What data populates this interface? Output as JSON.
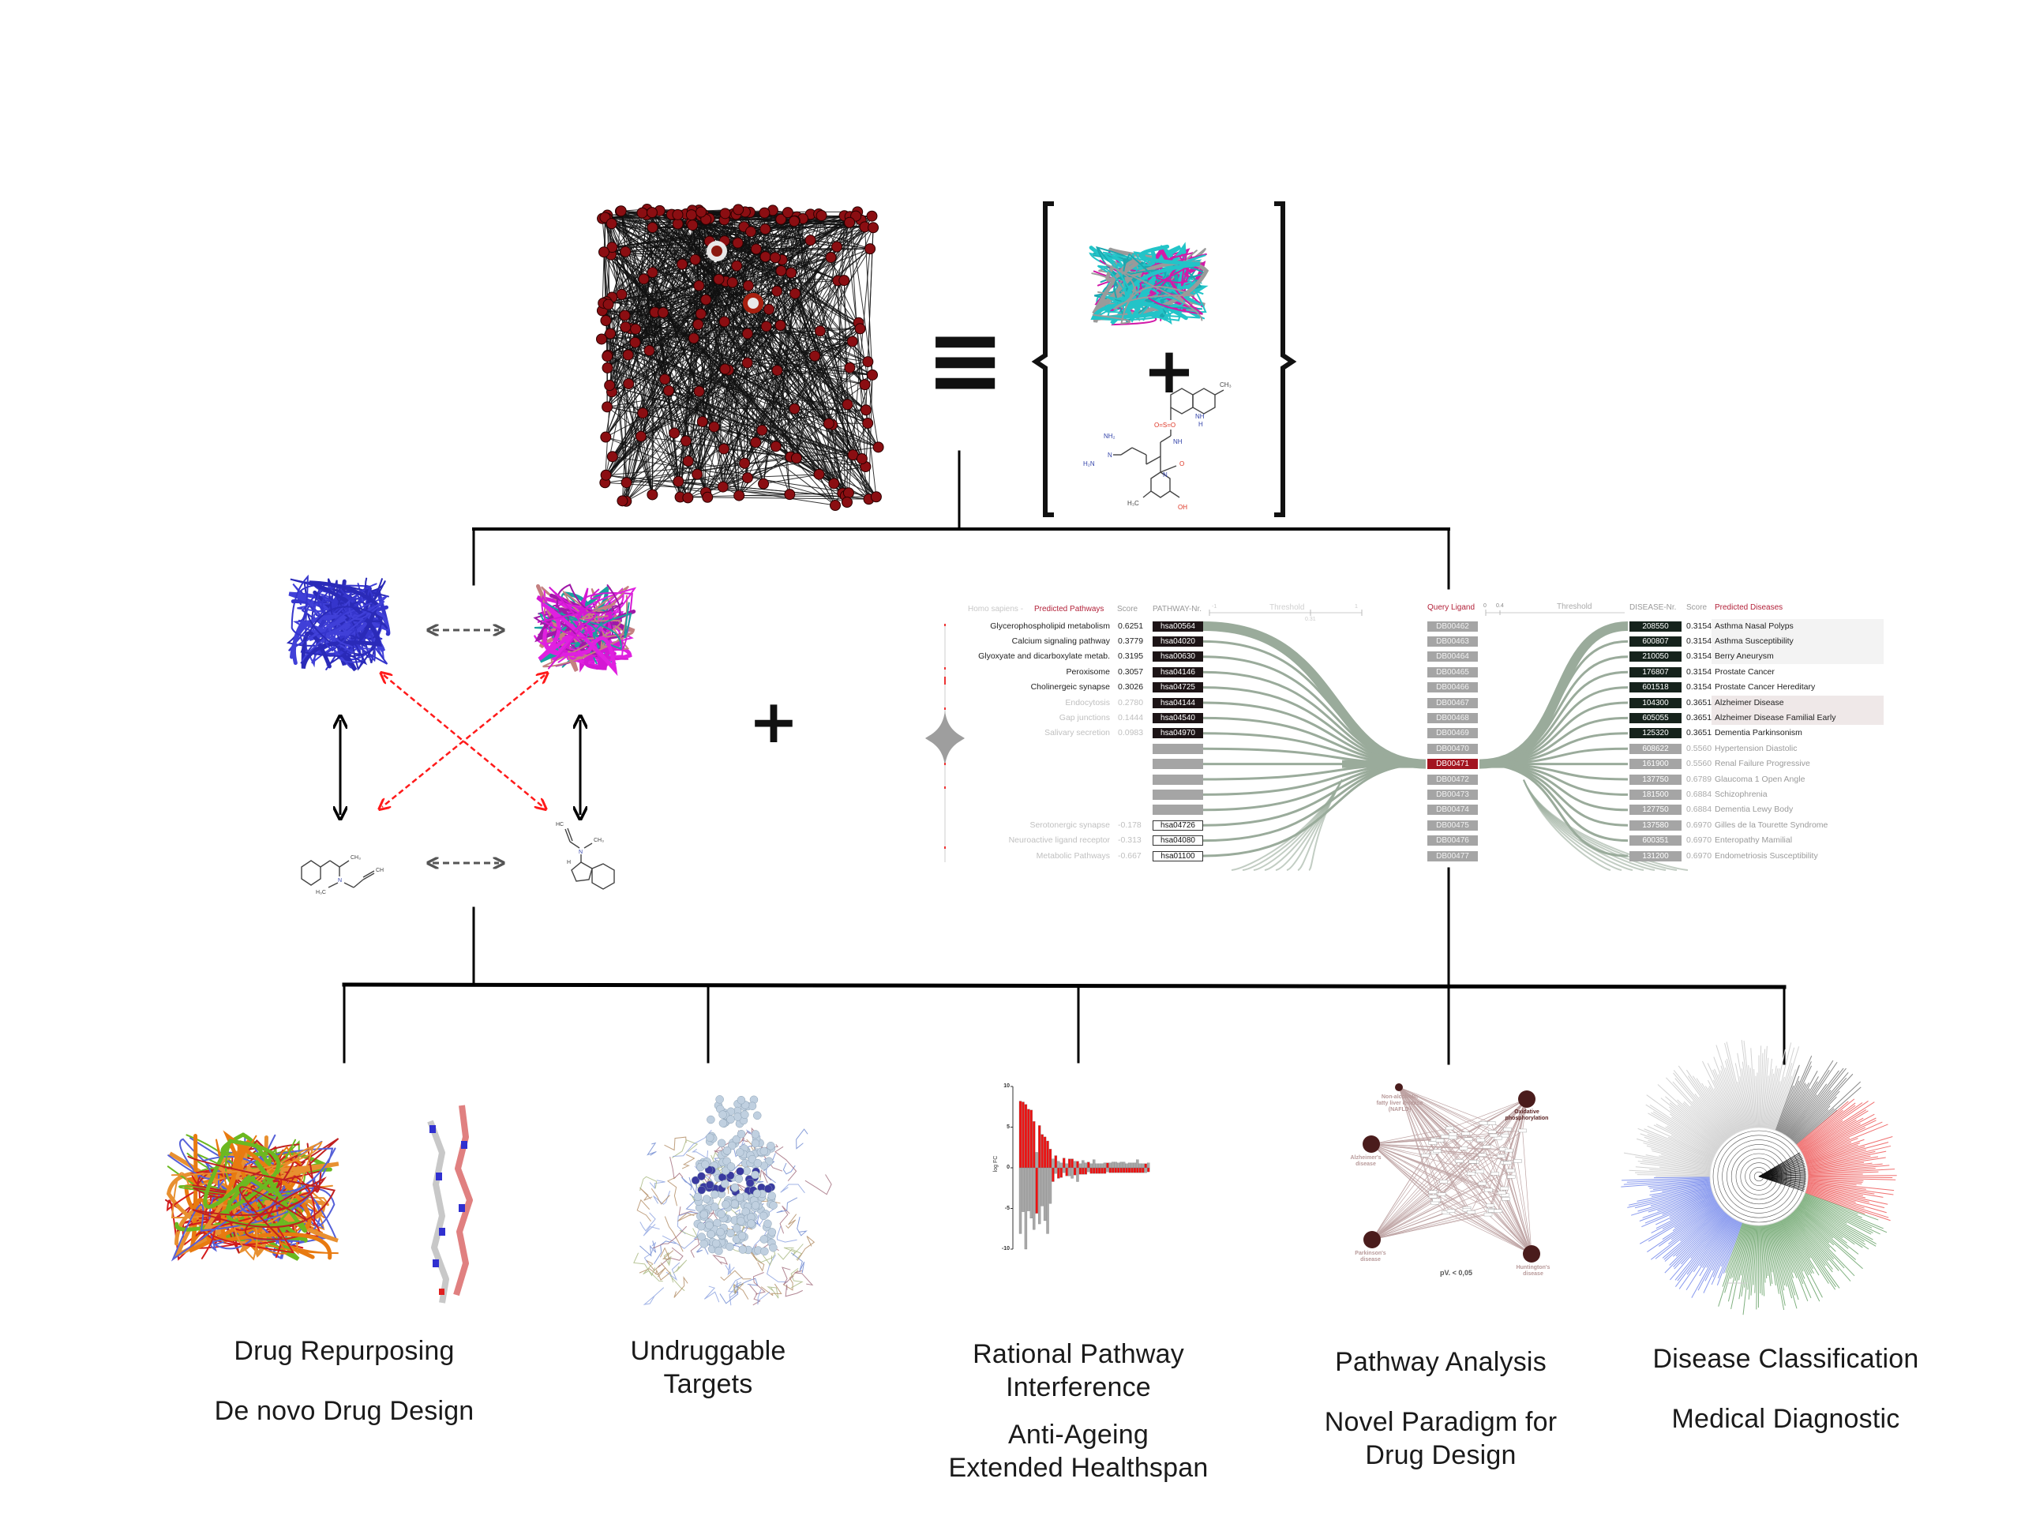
{
  "colors": {
    "network_node": "#8b0e12",
    "network_edge": "#111111",
    "flow_band": "#9aab9b",
    "accent_red": "#b3223a",
    "query_highlight": "#a31420",
    "dark_box": "#1d1416",
    "dark_green_box": "#16231c",
    "grey_box": "#a5a5a5",
    "arrow_grey": "#555555",
    "arrow_red": "#ff1a1a"
  },
  "top_equation": {
    "equivalence_symbol": "≡",
    "plus_symbol": "+",
    "ligand_atoms": {
      "ch3": "CH₃",
      "nh": "NH",
      "h": "H",
      "sulfonyl": "O=S=O",
      "nh2_top": "NH₂",
      "h2n": "H₂N",
      "n": "N",
      "h3c": "H₃C",
      "oh": "OH",
      "o": "O"
    }
  },
  "middle_left": {
    "ligand_left_atoms": {
      "ch3": "CH₃",
      "h3c": "H₃C",
      "n": "N",
      "ch": "CH"
    },
    "ligand_right_atoms": {
      "hc": "HC",
      "ch3": "CH₃",
      "n": "N",
      "h": "H"
    }
  },
  "middle_plus": "+",
  "pathway_panel": {
    "header": {
      "species": "Homo sapiens -",
      "predicted_pathways": "Predicted Pathways",
      "score": "Score",
      "pathway_nr": "PATHWAY-Nr.",
      "threshold_left": "Threshold",
      "threshold_left_min": "-1",
      "threshold_left_mid": "0.31",
      "threshold_left_max": "1",
      "query_ligand": "Query Ligand",
      "threshold_right_min": "0",
      "threshold_right_mid": "0.4",
      "threshold_right": "Threshold",
      "disease_nr": "DISEASE-Nr.",
      "disease_score": "Score",
      "predicted_diseases": "Predicted Diseases"
    },
    "pathways": [
      {
        "name": "Glycerophospholipid metabolism",
        "score": "0.6251",
        "id": "hsa00564",
        "style": "strong"
      },
      {
        "name": "Calcium signaling pathway",
        "score": "0.3779",
        "id": "hsa04020",
        "style": "strong"
      },
      {
        "name": "Glyoxyate and dicarboxylate metab.",
        "score": "0.3195",
        "id": "hsa00630",
        "style": "strong"
      },
      {
        "name": "Peroxisome",
        "score": "0.3057",
        "id": "hsa04146",
        "style": "strong"
      },
      {
        "name": "Cholinergeic synapse",
        "score": "0.3026",
        "id": "hsa04725",
        "style": "strong"
      },
      {
        "name": "Endocytosis",
        "score": "0.2780",
        "id": "hsa04144",
        "style": "faint"
      },
      {
        "name": "Gap junctions",
        "score": "0.1444",
        "id": "hsa04540",
        "style": "faint"
      },
      {
        "name": "Salivary secretion",
        "score": "0.0983",
        "id": "hsa04970",
        "style": "faint"
      },
      {
        "name": "",
        "score": "",
        "id": "",
        "style": "empty"
      },
      {
        "name": "",
        "score": "",
        "id": "",
        "style": "empty"
      },
      {
        "name": "",
        "score": "",
        "id": "",
        "style": "empty"
      },
      {
        "name": "",
        "score": "",
        "id": "",
        "style": "empty"
      },
      {
        "name": "",
        "score": "",
        "id": "",
        "style": "empty"
      },
      {
        "name": "Serotonergic synapse",
        "score": "-0.178",
        "id": "hsa04726",
        "style": "outline"
      },
      {
        "name": "Neuroactive ligand receptor",
        "score": "-0.313",
        "id": "hsa04080",
        "style": "outline"
      },
      {
        "name": "Metabolic Pathways",
        "score": "-0.667",
        "id": "hsa01100",
        "style": "outline"
      }
    ],
    "ligands": [
      "DB00462",
      "DB00463",
      "DB00464",
      "DB00465",
      "DB00466",
      "DB00467",
      "DB00468",
      "DB00469",
      "DB00470",
      "DB00471",
      "DB00472",
      "DB00473",
      "DB00474",
      "DB00475",
      "DB00476",
      "DB00477"
    ],
    "query_ligand_index": 9,
    "diseases": [
      {
        "id": "208550",
        "score": "0.3154",
        "name": "Asthma Nasal Polyps",
        "style": "strong",
        "group": 1
      },
      {
        "id": "600807",
        "score": "0.3154",
        "name": "Asthma Susceptibility",
        "style": "strong",
        "group": 1
      },
      {
        "id": "210050",
        "score": "0.3154",
        "name": "Berry Aneurysm",
        "style": "strong",
        "group": 1
      },
      {
        "id": "176807",
        "score": "0.3154",
        "name": "Prostate Cancer",
        "style": "strong",
        "group": 0
      },
      {
        "id": "601518",
        "score": "0.3154",
        "name": "Prostate Cancer Hereditary",
        "style": "strong",
        "group": 0
      },
      {
        "id": "104300",
        "score": "0.3651",
        "name": "Alzheimer Disease",
        "style": "strong",
        "group": 2
      },
      {
        "id": "605055",
        "score": "0.3651",
        "name": "Alzheimer Disease Familial Early",
        "style": "strong",
        "group": 2
      },
      {
        "id": "125320",
        "score": "0.3651",
        "name": "Dementia Parkinsonism",
        "style": "strong",
        "group": 0
      },
      {
        "id": "608622",
        "score": "0.5560",
        "name": "Hypertension Diastolic",
        "style": "faint",
        "group": 0
      },
      {
        "id": "161900",
        "score": "0.5560",
        "name": "Renal Failure Progressive",
        "style": "faint",
        "group": 0
      },
      {
        "id": "137750",
        "score": "0.6789",
        "name": "Glaucoma 1 Open Angle",
        "style": "faint",
        "group": 0
      },
      {
        "id": "181500",
        "score": "0.6884",
        "name": "Schizophrenia",
        "style": "faint",
        "group": 0
      },
      {
        "id": "127750",
        "score": "0.6884",
        "name": "Dementia Lewy Body",
        "style": "faint",
        "group": 0
      },
      {
        "id": "137580",
        "score": "0.6970",
        "name": "Gilles de la Tourette Syndrome",
        "style": "faint",
        "group": 0
      },
      {
        "id": "600351",
        "score": "0.6970",
        "name": "Enteropathy Mamilial",
        "style": "faint",
        "group": 0
      },
      {
        "id": "131200",
        "score": "0.6970",
        "name": "Endometriosis Susceptibility",
        "style": "faint",
        "group": 0
      }
    ]
  },
  "logfc_chart": {
    "ylabel": "log FC",
    "yticks": [
      "10",
      "5",
      "0",
      "-5",
      "-10"
    ]
  },
  "chart_data": {
    "type": "bar",
    "title": "",
    "xlabel": "",
    "ylabel": "log FC",
    "ylim": [
      -10,
      10
    ],
    "grid": false,
    "legend": "none",
    "series": [
      {
        "name": "red",
        "color": "#ee1111",
        "values": [
          8.2,
          8.1,
          7.8,
          7.2,
          7.1,
          5.7,
          -5.6,
          5.2,
          4.1,
          3.8,
          3.3,
          2.3,
          -1.7,
          1.5,
          -1.3,
          -1.2,
          1.2,
          -1.0,
          1.1,
          1.1,
          -0.9,
          0.8,
          -0.8,
          -0.8,
          -0.8,
          0.7,
          -0.7,
          -0.7,
          -0.7,
          -0.7,
          -0.7,
          -0.7,
          0.6,
          -0.6,
          -0.6,
          -0.6,
          -0.6,
          -0.6,
          -0.6,
          -0.6,
          -0.6,
          -0.6,
          -0.6,
          -0.6,
          -0.6,
          -0.6,
          0.5,
          -0.5
        ]
      },
      {
        "name": "grey",
        "color": "#a8a8a8",
        "values": [
          -8.1,
          -5.4,
          -10.0,
          -5.3,
          -6.2,
          -7.6,
          1.9,
          -6.9,
          -4.7,
          -6.5,
          -8.1,
          -4.4,
          1.1,
          -0.7,
          0.8,
          0.6,
          -0.6,
          0.5,
          -1.0,
          -1.3,
          0.8,
          -1.7,
          0.5,
          0.9,
          0.6,
          -0.5,
          0.5,
          1.0,
          0.5,
          0.5,
          0.5,
          0.6,
          -0.5,
          0.6,
          0.7,
          0.7,
          0.6,
          0.7,
          0.7,
          0.5,
          0.6,
          0.6,
          0.6,
          1.0,
          0.5,
          0.5,
          -0.6,
          0.6
        ]
      }
    ]
  },
  "pathway_network": {
    "hubs": [
      {
        "name": "Non-alcoholic fatty liver disease (NAFLD)",
        "size": "small"
      },
      {
        "name": "Oxidative phosphorylation",
        "size": "large"
      },
      {
        "name": "Alzheimer's disease",
        "size": "large"
      },
      {
        "name": "Parkinson's disease",
        "size": "large"
      },
      {
        "name": "Huntington's disease",
        "size": "large"
      }
    ],
    "pvalue": "pV. < 0,05"
  },
  "dendrogram_clusters": [
    {
      "name": "blue",
      "color": "#8899ee"
    },
    {
      "name": "light-grey",
      "color": "#d2d2d2"
    },
    {
      "name": "dark-grey",
      "color": "#888888"
    },
    {
      "name": "red",
      "color": "#f07070"
    },
    {
      "name": "green",
      "color": "#7fb07f"
    }
  ],
  "applications": [
    {
      "lines": [
        "Drug Repurposing"
      ],
      "lines2": [
        "De novo Drug Design"
      ]
    },
    {
      "lines": [
        "Undruggable",
        "Targets"
      ],
      "lines2": []
    },
    {
      "lines": [
        "Rational Pathway",
        "Interference"
      ],
      "lines2": [
        "Anti-Ageing",
        "Extended Healthspan"
      ]
    },
    {
      "lines": [
        "Pathway Analysis"
      ],
      "lines2": [
        "Novel Paradigm for",
        "Drug Design"
      ]
    },
    {
      "lines": [
        "Disease Classification"
      ],
      "lines2": [
        "Medical Diagnostic"
      ]
    }
  ]
}
